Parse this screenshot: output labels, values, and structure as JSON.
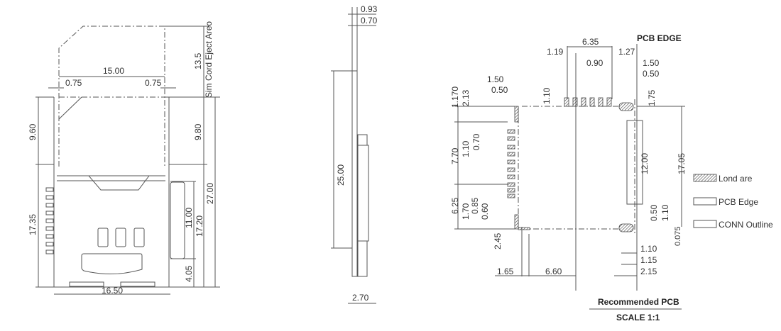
{
  "left_view": {
    "eject_label": "Sim Cord Eject Areo",
    "dims": [
      "15.00",
      "0.75",
      "0.75",
      "13.5",
      "9.60",
      "9.80",
      "27.00",
      "17.35",
      "11.00",
      "17.20",
      "4.05",
      "16.50"
    ]
  },
  "side_view": {
    "dims": [
      "0.93",
      "0.70",
      "25.00",
      "2.70"
    ]
  },
  "pcb_view": {
    "edge_label": "PCB EDGE",
    "dims": [
      "6.35",
      "1.19",
      "1.27",
      "0.90",
      "1.50",
      "0.50",
      "1.10",
      "1.75",
      "1.50",
      "0.50",
      "2.13",
      "1.170",
      "1.10",
      "0.70",
      "7.70",
      "12.00",
      "17.05",
      "6.25",
      "1.70",
      "0.85",
      "0.60",
      "0.50",
      "1.10",
      "0.075",
      "2.45",
      "1.10",
      "1.15",
      "2.15",
      "1.65",
      "6.60"
    ],
    "title": "Recommended PCB",
    "scale": "SCALE 1:1"
  },
  "legend": {
    "items": [
      {
        "label": "Lond are",
        "style": "hatched"
      },
      {
        "label": "PCB Edge",
        "style": "plain"
      },
      {
        "label": "CONN Outline",
        "style": "plain"
      }
    ]
  }
}
